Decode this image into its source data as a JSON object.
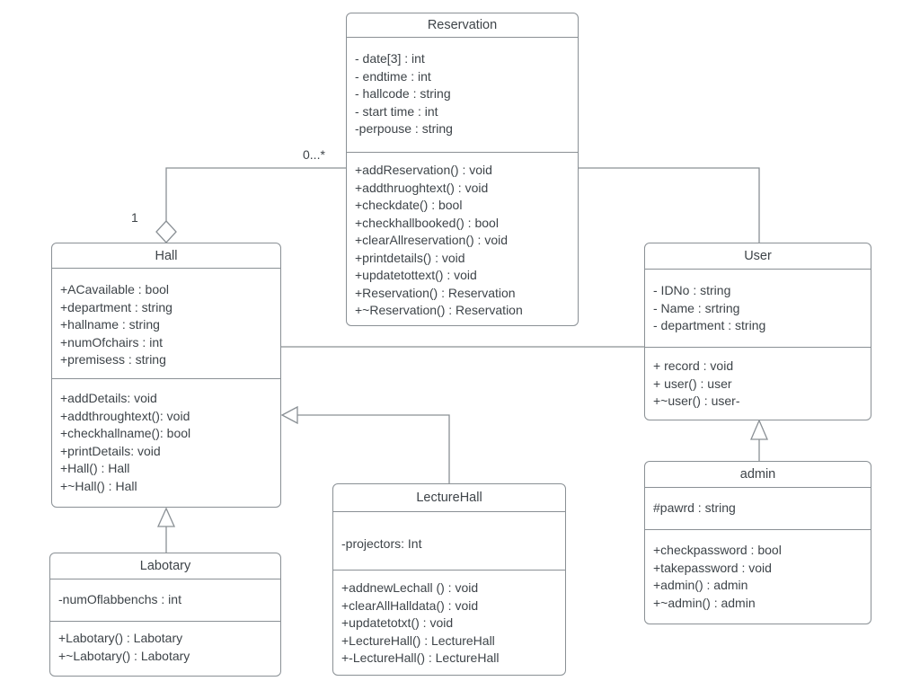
{
  "colors": {
    "background": "#ffffff",
    "box_fill": "#ffffff",
    "box_border": "#8a9095",
    "connector": "#8a9095",
    "text": "#3e4449"
  },
  "classes": {
    "reservation": {
      "name": "Reservation",
      "attributes": [
        "- date[3] : int",
        "- endtime : int",
        "- hallcode : string",
        "- start time : int",
        "-perpouse : string"
      ],
      "methods": [
        "+addReservation() : void",
        "+addthruoghtext() : void",
        "+checkdate() : bool",
        "+checkhallbooked() : bool",
        "+clearAllreservation() : void",
        "+printdetails() : void",
        "+updatetottext() : void",
        "+Reservation() : Reservation",
        "+~Reservation() : Reservation"
      ]
    },
    "hall": {
      "name": "Hall",
      "attributes": [
        "+ACavailable : bool",
        "+department : string",
        "+hallname : string",
        "+numOfchairs : int",
        "+premisess : string"
      ],
      "methods": [
        "+addDetails: void",
        "+addthroughtext(): void",
        "+checkhallname(): bool",
        "+printDetails: void",
        "+Hall() : Hall",
        "+~Hall() : Hall"
      ]
    },
    "user": {
      "name": "User",
      "attributes": [
        "- IDNo : string",
        "- Name : srtring",
        "- department : string"
      ],
      "methods": [
        "+ record : void",
        "+ user() : user",
        "+~user() : user-"
      ]
    },
    "admin": {
      "name": "admin",
      "attributes": [
        "#pawrd : string"
      ],
      "methods": [
        "+checkpassword : bool",
        "+takepassword : void",
        "+admin() : admin",
        "+~admin() : admin"
      ]
    },
    "lecturehall": {
      "name": "LectureHall",
      "attributes": [
        "-projectors: Int"
      ],
      "methods": [
        "+addnewLechall () : void",
        "+clearAllHalldata() : void",
        "+updatetotxt() : void",
        "+LectureHall() : LectureHall",
        "+-LectureHall() : LectureHall"
      ]
    },
    "labotary": {
      "name": "Labotary",
      "attributes": [
        "-numOflabbenchs : int"
      ],
      "methods": [
        "+Labotary() : Labotary",
        "+~Labotary() : Labotary"
      ]
    }
  },
  "relationships": [
    {
      "name": "hall-aggregates-reservation",
      "type": "aggregation",
      "from": "Hall",
      "to": "Reservation",
      "from_multiplicity": "1",
      "to_multiplicity": "0...*"
    },
    {
      "name": "reservation-user-association",
      "type": "association",
      "from": "Reservation",
      "to": "User"
    },
    {
      "name": "hall-user-association",
      "type": "association",
      "from": "Hall",
      "to": "User"
    },
    {
      "name": "lecturehall-inherits-hall",
      "type": "generalization",
      "from": "LectureHall",
      "to": "Hall"
    },
    {
      "name": "labotary-inherits-hall",
      "type": "generalization",
      "from": "Labotary",
      "to": "Hall"
    },
    {
      "name": "admin-inherits-user",
      "type": "generalization",
      "from": "admin",
      "to": "User"
    }
  ]
}
